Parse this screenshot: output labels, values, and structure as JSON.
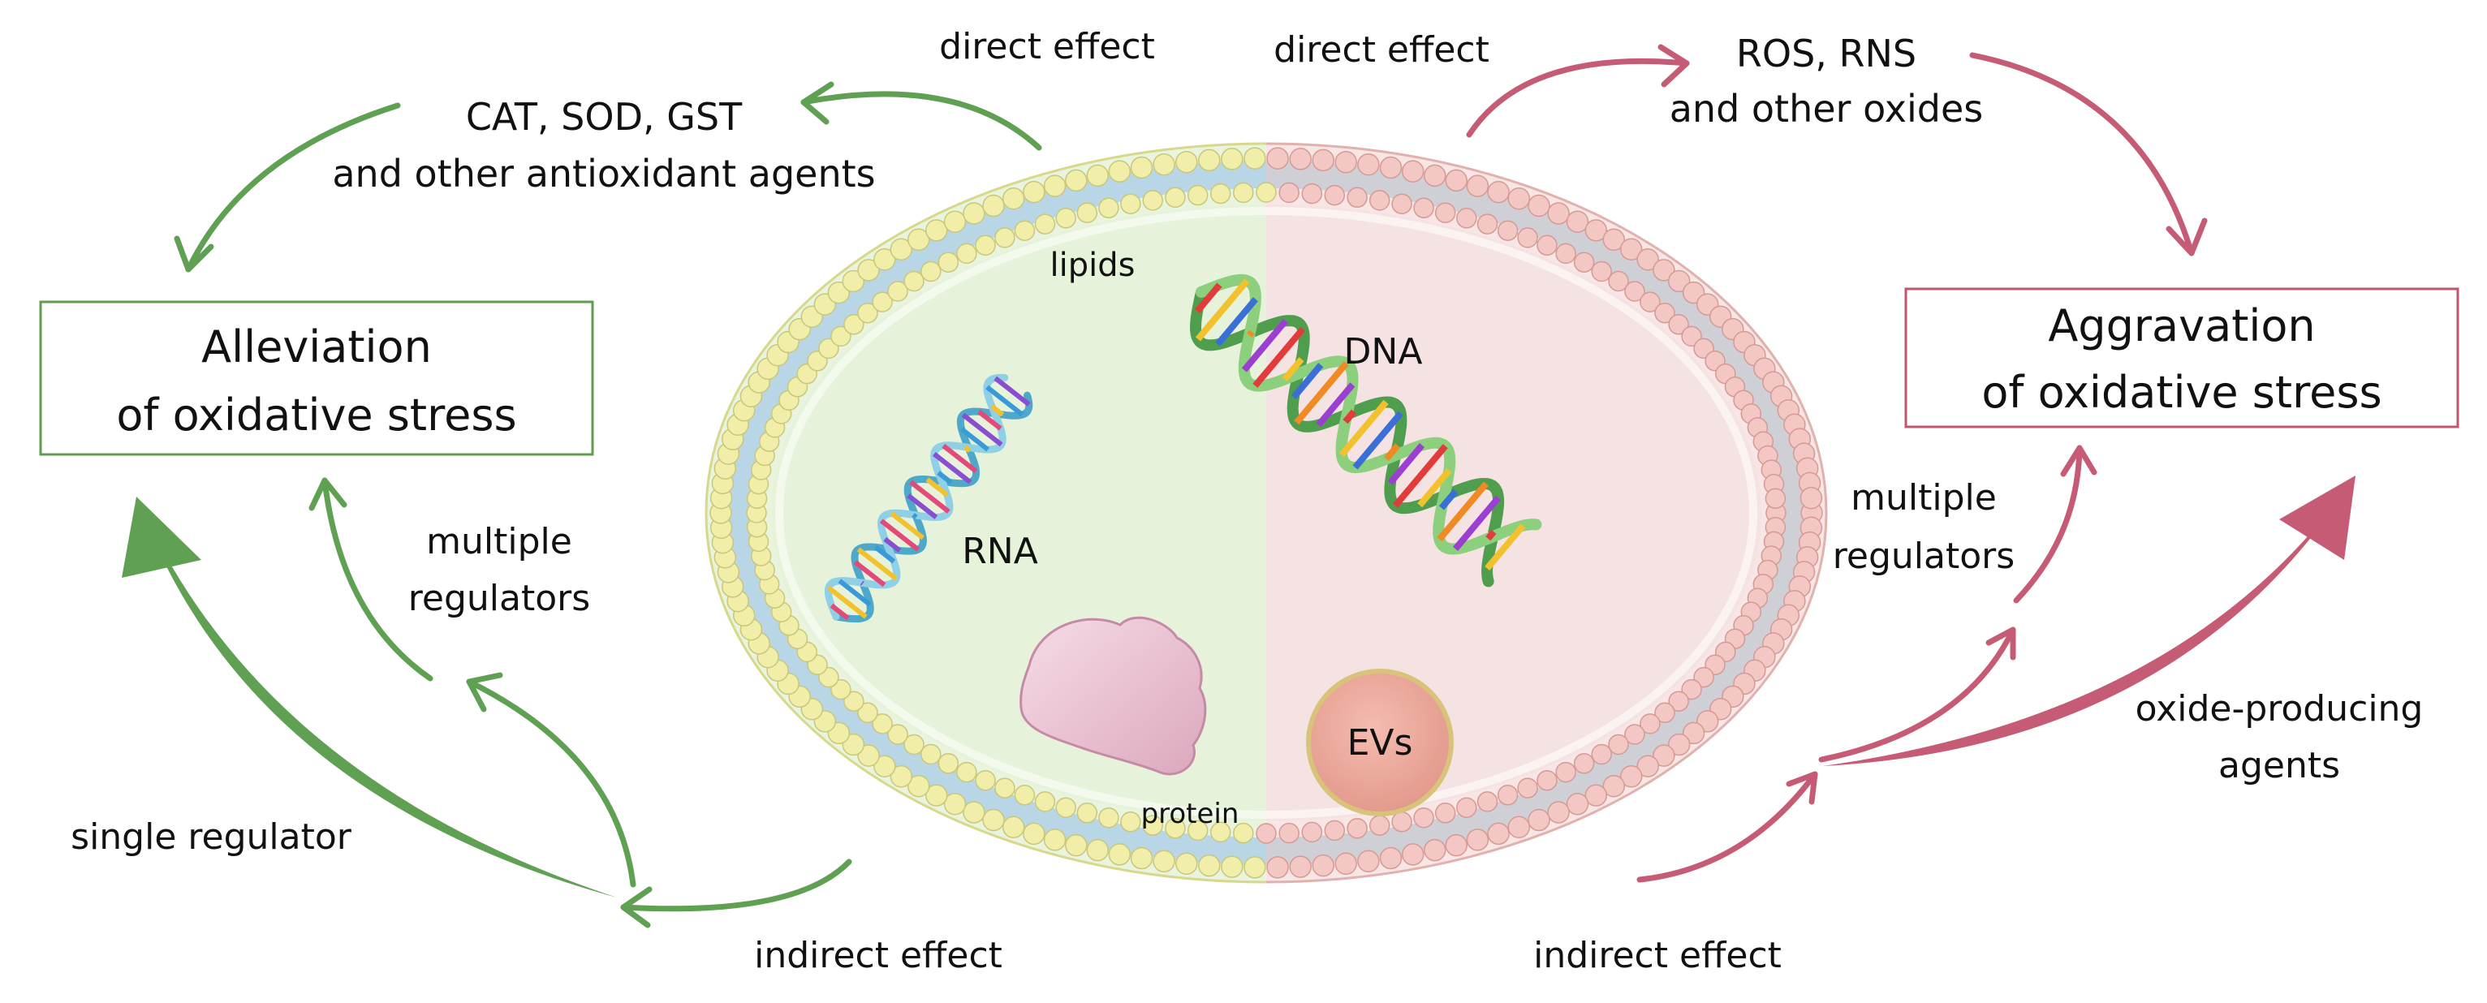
{
  "left_box": {
    "line1": "Alleviation",
    "line2": "of oxidative stress"
  },
  "right_box": {
    "line1": "Aggravation",
    "line2": "of oxidative stress"
  },
  "labels": {
    "direct_effect_left": "direct effect",
    "direct_effect_right": "direct effect",
    "antioxidant_line1": "CAT, SOD, GST",
    "antioxidant_line2": "and other antioxidant agents",
    "ros_line1": "ROS, RNS",
    "ros_line2": "and other oxides",
    "multiple_left_line1": "multiple",
    "multiple_left_line2": "regulators",
    "multiple_right_line1": "multiple",
    "multiple_right_line2": "regulators",
    "single_regulator": "single regulator",
    "oxide_line1": "oxide-producing",
    "oxide_line2": "agents",
    "indirect_effect_left": "indirect effect",
    "indirect_effect_right": "indirect effect"
  },
  "cell": {
    "lipids": "lipids",
    "dna": "DNA",
    "rna": "RNA",
    "protein": "protein",
    "evs": "EVs"
  },
  "colors": {
    "green": "#5fa052",
    "red": "#c65b75",
    "left_fill": "#e8f3df",
    "right_fill": "#f6e4e4",
    "left_head": "#f0eea8",
    "right_head": "#f3c7c3",
    "tail": "#a9c9dd",
    "protein": "#eec6d6",
    "evs": "#eea89c"
  },
  "icons": [
    "dna-helix",
    "rna-helix",
    "protein-blob",
    "vesicle"
  ]
}
